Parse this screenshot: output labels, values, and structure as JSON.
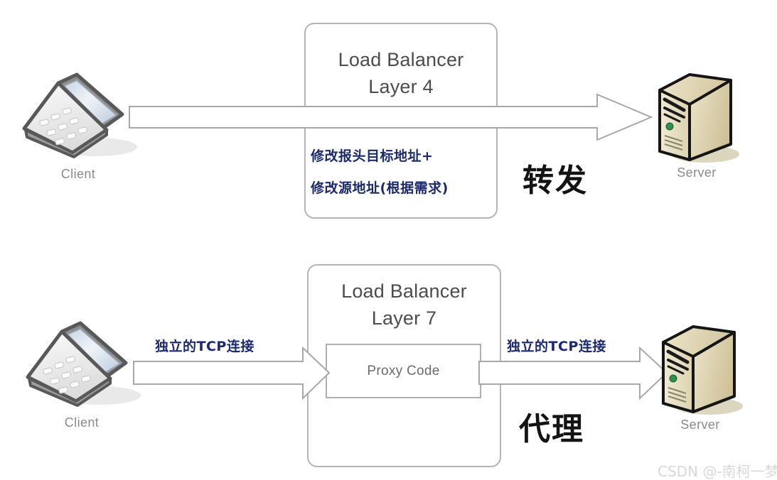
{
  "diagram": {
    "title_hidden": "",
    "colors": {
      "box_border": "#b4b4b4",
      "arrow_stroke": "#a8a8a8",
      "arrow_fill": "#ffffff",
      "annotation_text": "#1b2a6b",
      "big_label_text": "#141414",
      "device_label": "#8a8a8a",
      "server_body": "#e8e0c4",
      "server_led": "#2f8f4e",
      "laptop_screen": "#cfdbe8",
      "watermark": "#d8d8d8"
    }
  },
  "rows": {
    "layer4": {
      "lb_title_line1": "Load Balancer",
      "lb_title_line2": "Layer 4",
      "note_line1": "修改报头目标地址+",
      "note_line2": "修改源地址(根据需求)",
      "big_label": "转发",
      "client_label": "Client",
      "server_label": "Server"
    },
    "layer7": {
      "lb_title_line1": "Load Balancer",
      "lb_title_line2": "Layer 7",
      "proxy_label": "Proxy Code",
      "left_link_label": "独立的TCP连接",
      "right_link_label": "独立的TCP连接",
      "big_label": "代理",
      "client_label": "Client",
      "server_label": "Server"
    }
  },
  "watermark": {
    "text": "CSDN @-南柯一梦"
  }
}
